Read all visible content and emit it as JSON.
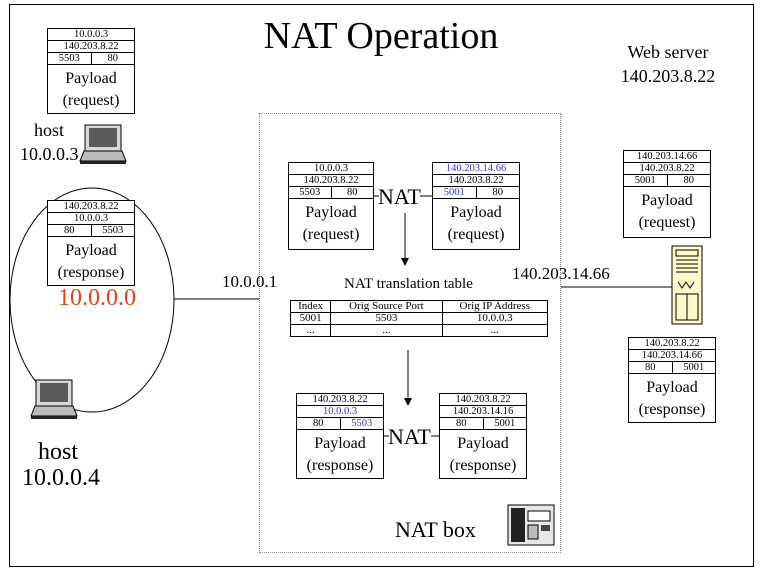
{
  "title": "NAT Operation",
  "web_server": {
    "label": "Web server",
    "ip": "140.203.8.22"
  },
  "host1": {
    "label": "host",
    "ip": "10.0.0.3"
  },
  "host2": {
    "label": "host",
    "ip": "10.0.0.4"
  },
  "subnet": "10.0.0.0",
  "inside_ip": "10.0.0.1",
  "outside_ip": "140.203.14.66",
  "nat_label": "NAT",
  "natbox_label": "NAT box",
  "table": {
    "title": "NAT translation table",
    "headers": [
      "Index",
      "Orig Source Port",
      "Orig IP Address"
    ],
    "rows": [
      [
        "5001",
        "5503",
        "10.0.0.3"
      ],
      [
        "...",
        "...",
        "..."
      ]
    ]
  },
  "packets": {
    "host_request": {
      "src": "10.0.0.3",
      "dst": "140.203.8.22",
      "sport": "5503",
      "dport": "80",
      "payload": "Payload",
      "kind": "(request)"
    },
    "host_response": {
      "src": "140.203.8.22",
      "dst": "10.0.0.3",
      "sport": "80",
      "dport": "5503",
      "payload": "Payload",
      "kind": "(response)"
    },
    "nat_in_request": {
      "src": "10.0.0.3",
      "dst": "140.203.8.22",
      "sport": "5503",
      "dport": "80",
      "payload": "Payload",
      "kind": "(request)"
    },
    "nat_out_request": {
      "src": "140.203.14.66",
      "dst": "140.203.8.22",
      "sport": "5001",
      "dport": "80",
      "payload": "Payload",
      "kind": "(request)"
    },
    "nat_in_response": {
      "src": "140.203.8.22",
      "dst": "10.0.0.3",
      "sport": "80",
      "dport": "5503",
      "payload": "Payload",
      "kind": "(response)"
    },
    "nat_out_response": {
      "src": "140.203.8.22",
      "dst": "140.203.14.16",
      "sport": "80",
      "dport": "5001",
      "payload": "Payload",
      "kind": "(response)"
    },
    "server_request": {
      "src": "140.203.14.66",
      "dst": "140.203.8.22",
      "sport": "5001",
      "dport": "80",
      "payload": "Payload",
      "kind": "(request)"
    },
    "server_response": {
      "src": "140.203.8.22",
      "dst": "140.203.14.66",
      "sport": "80",
      "dport": "5001",
      "payload": "Payload",
      "kind": "(response)"
    }
  },
  "colors": {
    "highlight": "#3333cc",
    "subnet": "#e8401c"
  },
  "icons": [
    "laptop-icon",
    "server-icon",
    "nat-device-icon"
  ]
}
